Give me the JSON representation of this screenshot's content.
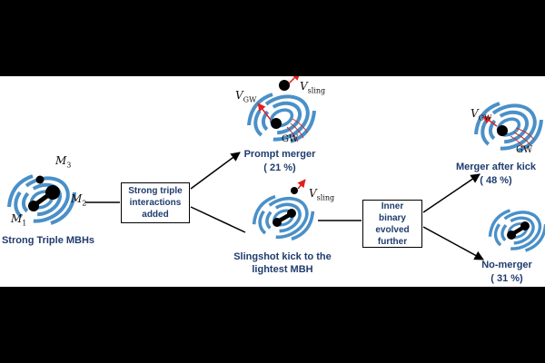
{
  "nodes": {
    "initial": {
      "label": "Strong Triple MBHs",
      "m1": "M",
      "m1_sub": "1",
      "m2": "M",
      "m2_sub": "2",
      "m3": "M",
      "m3_sub": "3"
    },
    "prompt": {
      "label": "Prompt merger",
      "percent": "( 21 %)",
      "vgw": "V",
      "vgw_sub": "GW",
      "vsling": "V",
      "vsling_sub": "sling",
      "gw": "GW"
    },
    "slingshot": {
      "line1": "Slingshot kick to the",
      "line2": "lightest MBH",
      "vsling": "V",
      "vsling_sub": "sling"
    },
    "after_kick": {
      "label": "Merger after kick",
      "percent": "( 48 %)",
      "vgw": "V",
      "vgw_sub": "GW",
      "gw": "GW"
    },
    "no_merger": {
      "label": "No-merger",
      "percent": "( 31 %)"
    }
  },
  "boxes": {
    "interactions": {
      "line1": "Strong triple",
      "line2": "interactions",
      "line3": "added"
    },
    "inner": {
      "line1": "Inner",
      "line2": "binary",
      "line3": "evolved",
      "line4": "further"
    }
  },
  "colors": {
    "galaxy": "#4a90c8",
    "text": "#1f3c6e",
    "arrow_red": "#e02020",
    "gw_red": "#c83030"
  }
}
